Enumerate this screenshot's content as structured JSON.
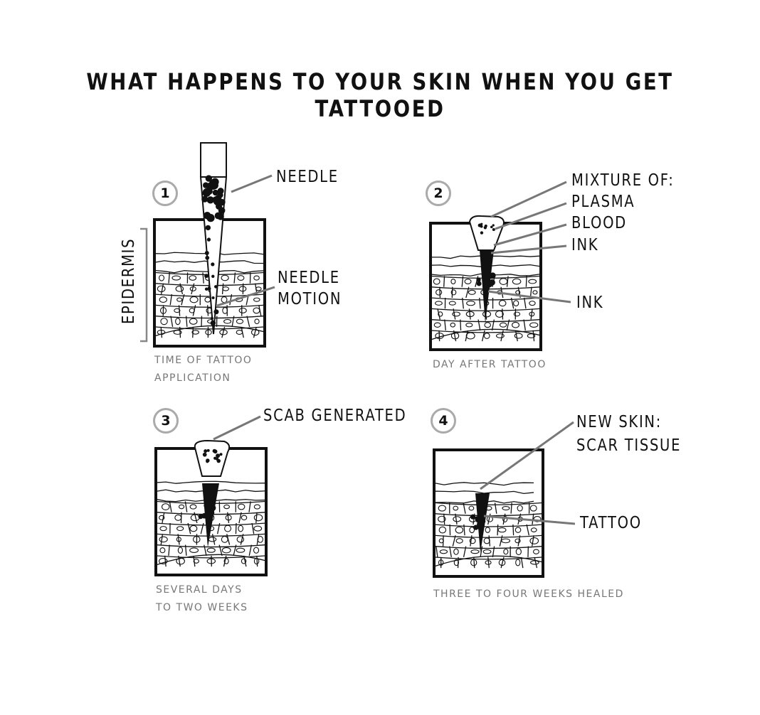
{
  "title": "WHAT HAPPENS TO YOUR SKIN WHEN YOU GET TATTOOED",
  "panels": [
    {
      "number": "1",
      "caption_lines": [
        "TIME OF TATTOO",
        "APPLICATION"
      ],
      "labels": {
        "needle": "NEEDLE",
        "needle_motion_1": "NEEDLE",
        "needle_motion_2": "MOTION",
        "epidermis": "EPIDERMIS"
      }
    },
    {
      "number": "2",
      "caption_lines": [
        "DAY AFTER TATTOO"
      ],
      "labels": {
        "mixture": "MIXTURE OF:",
        "plasma": "PLASMA",
        "blood": "BLOOD",
        "ink_top": "INK",
        "ink": "INK"
      }
    },
    {
      "number": "3",
      "caption_lines": [
        "SEVERAL DAYS",
        "TO TWO WEEKS"
      ],
      "labels": {
        "scab": "SCAB GENERATED"
      }
    },
    {
      "number": "4",
      "caption_lines": [
        "THREE TO FOUR WEEKS HEALED"
      ],
      "labels": {
        "new_skin_1": "NEW SKIN:",
        "new_skin_2": "SCAR TISSUE",
        "tattoo": "TATTOO"
      }
    }
  ]
}
